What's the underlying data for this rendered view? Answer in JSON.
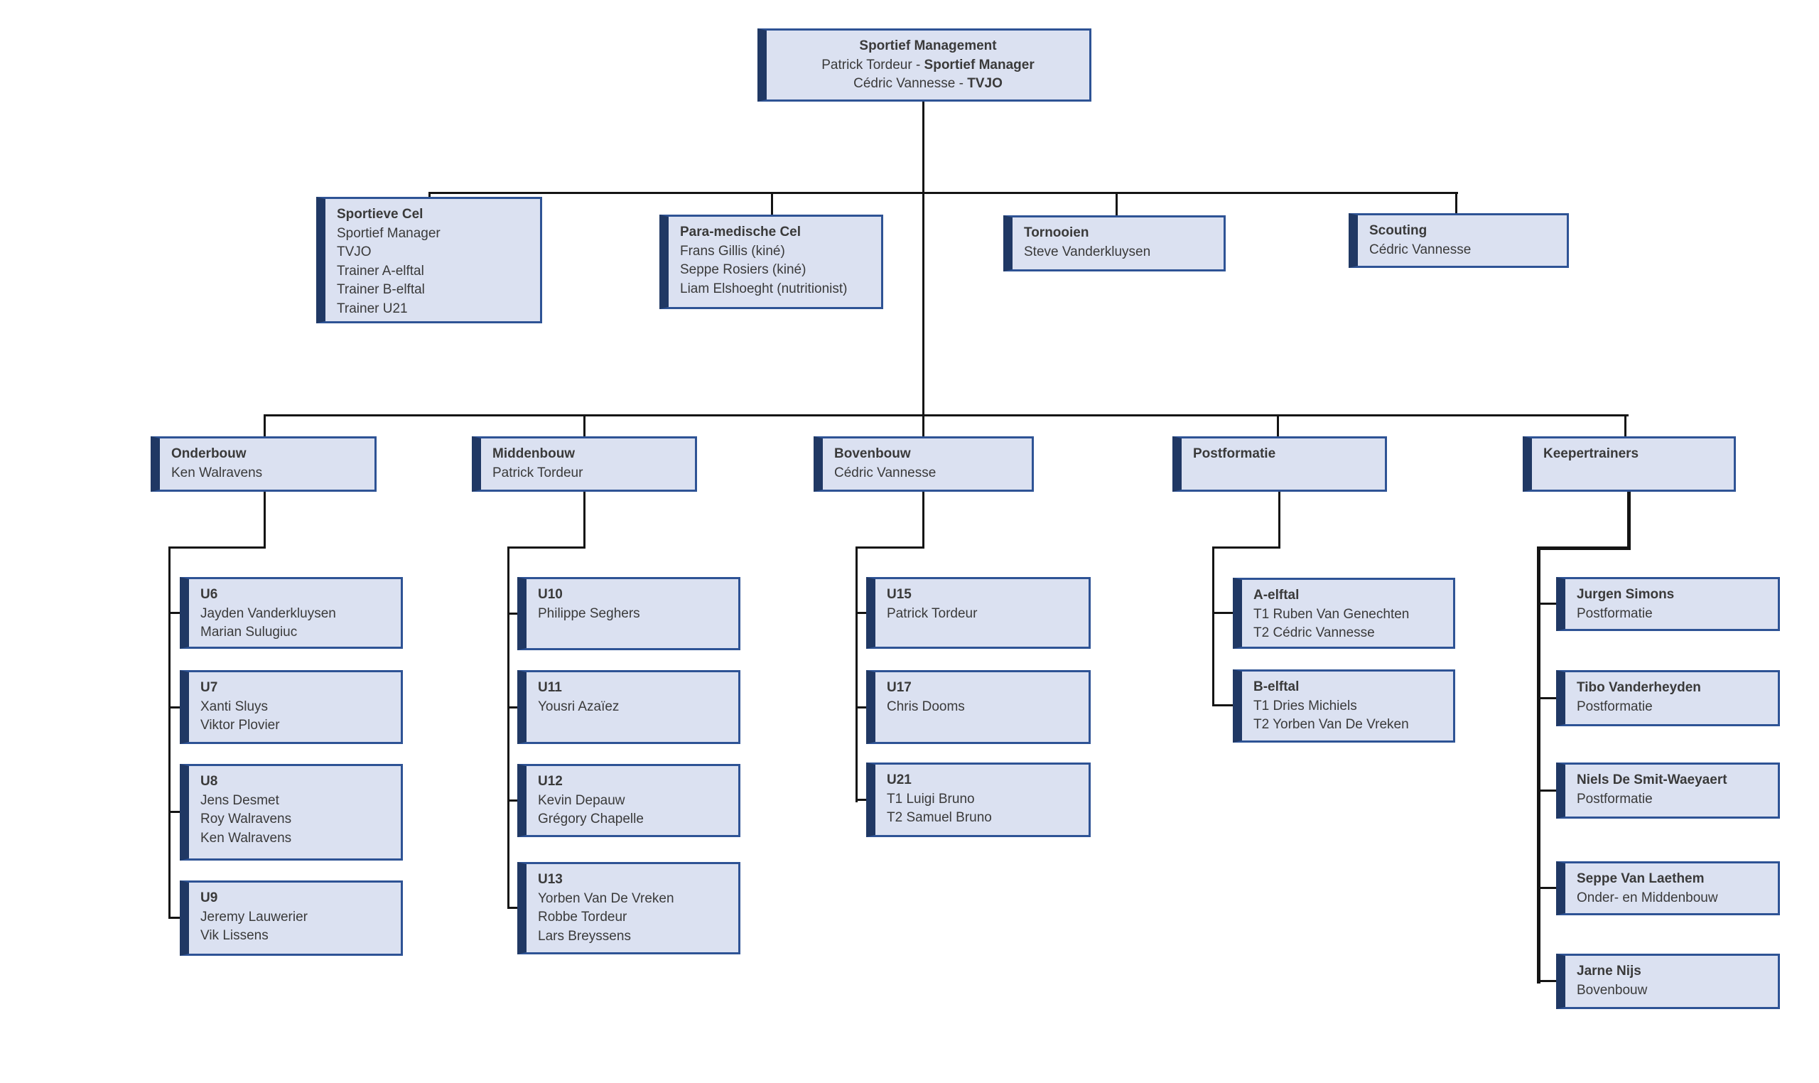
{
  "colors": {
    "box_fill": "#dbe1f1",
    "box_border": "#2e5395",
    "box_left_bar": "#203864",
    "connector": "#141414",
    "text": "#3a3a3a"
  },
  "root": {
    "title": "Sportief Management",
    "members": [
      {
        "name": "Patrick Tordeur - ",
        "role": "Sportief Manager"
      },
      {
        "name": "Cédric Vannesse - ",
        "role": "TVJO"
      }
    ]
  },
  "staff_cells": [
    {
      "title": "Sportieve Cel",
      "lines": [
        "Sportief Manager",
        "TVJO",
        "Trainer A-elftal",
        "Trainer B-elftal",
        "Trainer U21"
      ]
    },
    {
      "title": "Para-medische Cel",
      "lines": [
        "Frans Gillis (kiné)",
        "Seppe Rosiers (kiné)",
        "Liam Elshoeght (nutritionist)"
      ]
    },
    {
      "title": "Tornooien",
      "lines": [
        "Steve Vanderkluysen"
      ]
    },
    {
      "title": "Scouting",
      "lines": [
        "Cédric Vannesse"
      ]
    }
  ],
  "divisions": [
    {
      "title": "Onderbouw",
      "lines": [
        "Ken Walravens"
      ],
      "teams": [
        {
          "title": "U6",
          "lines": [
            "Jayden Vanderkluysen",
            "Marian Sulugiuc"
          ]
        },
        {
          "title": "U7",
          "lines": [
            "Xanti Sluys",
            "Viktor Plovier"
          ]
        },
        {
          "title": "U8",
          "lines": [
            "Jens Desmet",
            "Roy Walravens",
            "Ken Walravens"
          ]
        },
        {
          "title": "U9",
          "lines": [
            "Jeremy Lauwerier",
            "Vik Lissens"
          ]
        }
      ]
    },
    {
      "title": "Middenbouw",
      "lines": [
        "Patrick Tordeur"
      ],
      "teams": [
        {
          "title": "U10",
          "lines": [
            "Philippe Seghers"
          ]
        },
        {
          "title": "U11",
          "lines": [
            "Yousri Azaïez"
          ]
        },
        {
          "title": "U12",
          "lines": [
            "Kevin Depauw",
            "Grégory Chapelle"
          ]
        },
        {
          "title": "U13",
          "lines": [
            "Yorben Van De Vreken",
            "Robbe Tordeur",
            "Lars Breyssens"
          ]
        }
      ]
    },
    {
      "title": "Bovenbouw",
      "lines": [
        "Cédric Vannesse"
      ],
      "teams": [
        {
          "title": "U15",
          "lines": [
            "Patrick Tordeur"
          ]
        },
        {
          "title": "U17",
          "lines": [
            "Chris Dooms"
          ]
        },
        {
          "title": "U21",
          "lines": [
            "T1 Luigi Bruno",
            "T2 Samuel Bruno"
          ]
        }
      ]
    },
    {
      "title": "Postformatie",
      "lines": [],
      "teams": [
        {
          "title": "A-elftal",
          "lines": [
            "T1 Ruben Van Genechten",
            "T2 Cédric Vannesse"
          ]
        },
        {
          "title": "B-elftal",
          "lines": [
            "T1 Dries Michiels",
            "T2 Yorben Van De Vreken"
          ]
        }
      ]
    },
    {
      "title": "Keepertrainers",
      "lines": [],
      "teams": [
        {
          "title": "Jurgen Simons",
          "lines": [
            "Postformatie"
          ]
        },
        {
          "title": "Tibo Vanderheyden",
          "lines": [
            "Postformatie"
          ]
        },
        {
          "title": "Niels De Smit-Waeyaert",
          "lines": [
            "Postformatie"
          ]
        },
        {
          "title": "Seppe Van Laethem",
          "lines": [
            "Onder- en Middenbouw"
          ]
        },
        {
          "title": "Jarne Nijs",
          "lines": [
            "Bovenbouw"
          ]
        }
      ]
    }
  ]
}
